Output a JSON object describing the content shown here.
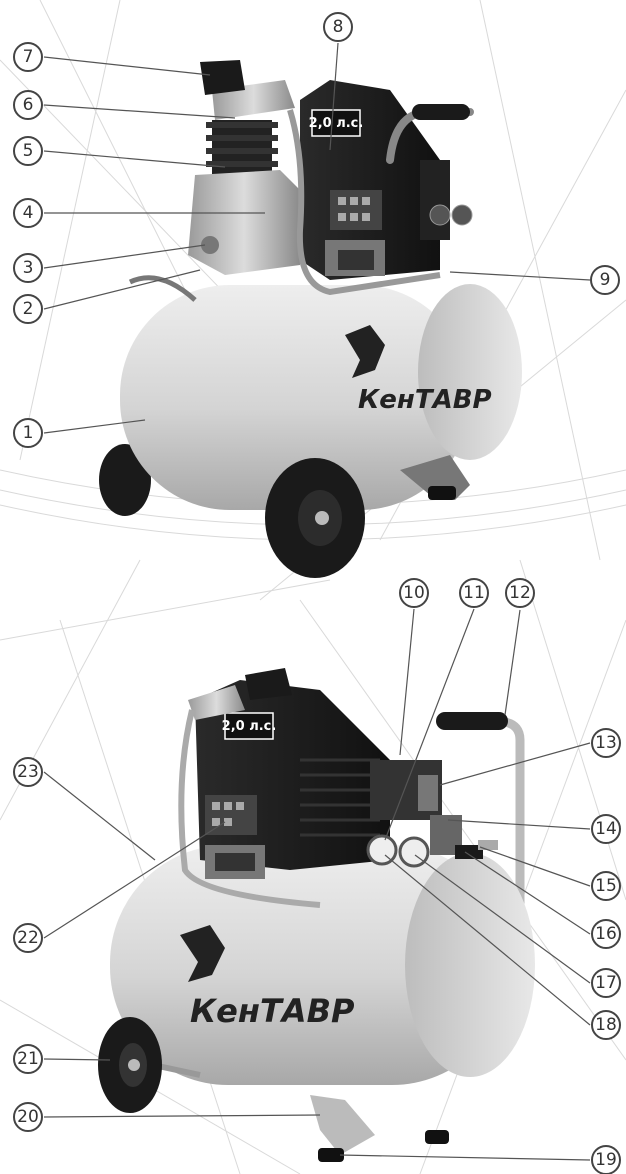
{
  "figure": {
    "power_badge": "2,0 л.с.",
    "brand_logo": "КенТАВР"
  },
  "callouts": [
    "1",
    "2",
    "3",
    "4",
    "5",
    "6",
    "7",
    "8",
    "9",
    "10",
    "11",
    "12",
    "13",
    "14",
    "15",
    "16",
    "17",
    "18",
    "19",
    "20",
    "21",
    "22",
    "23"
  ],
  "colors": {
    "tank": "#dcdcdc",
    "motor_housing": "#1c1c1c",
    "callout_ring": "#444444",
    "background_lines": "#d6d6d6"
  }
}
